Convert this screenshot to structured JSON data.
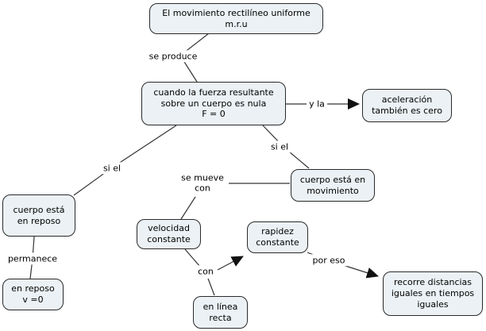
{
  "title": "El movimiento rectilíneo uniforme m.r.u",
  "colors": {
    "background": "#ffffff",
    "node_fill": "#ebf1f4",
    "node_border": "#2a2a2a",
    "line": "#333333",
    "arrowhead": "#111111",
    "text": "#000000"
  },
  "nodes": [
    {
      "id": "mru",
      "text": "El movimiento rectilíneo uniforme\nm.r.u"
    },
    {
      "id": "fuerza",
      "text": "cuando la fuerza resultante\nsobre un cuerpo es nula\nF = 0"
    },
    {
      "id": "aceleracion",
      "text": "aceleración\ntambién es cero"
    },
    {
      "id": "movimiento",
      "text": "cuerpo está en\nmovimiento"
    },
    {
      "id": "reposo",
      "text": "cuerpo está\nen reposo"
    },
    {
      "id": "en_reposo",
      "text": "en reposo\nv =0"
    },
    {
      "id": "velocidad",
      "text": "velocidad\nconstante"
    },
    {
      "id": "rapidez",
      "text": "rapidez\nconstante"
    },
    {
      "id": "linea",
      "text": "en línea\nrecta"
    },
    {
      "id": "recorre",
      "text": "recorre distancias\niguales en tiempos\niguales"
    }
  ],
  "labels": [
    {
      "id": "se_produce",
      "text": "se produce"
    },
    {
      "id": "y_la",
      "text": "y la"
    },
    {
      "id": "si_el_left",
      "text": "si el"
    },
    {
      "id": "si_el_right",
      "text": "si el"
    },
    {
      "id": "se_mueve_con",
      "text": "se mueve\ncon"
    },
    {
      "id": "permanece",
      "text": "permanece"
    },
    {
      "id": "con",
      "text": "con"
    },
    {
      "id": "por_eso",
      "text": "por eso"
    }
  ],
  "edges": [
    {
      "from": "mru",
      "label": "se produce",
      "to": "fuerza",
      "arrow": false
    },
    {
      "from": "fuerza",
      "label": "y la",
      "to": "aceleracion",
      "arrow": true
    },
    {
      "from": "fuerza",
      "label": "si el",
      "to": "reposo",
      "arrow": false
    },
    {
      "from": "fuerza",
      "label": "si el",
      "to": "movimiento",
      "arrow": false
    },
    {
      "from": "movimiento",
      "label": "se mueve con",
      "to": "velocidad",
      "arrow": false
    },
    {
      "from": "reposo",
      "label": "permanece",
      "to": "en_reposo",
      "arrow": false
    },
    {
      "from": "velocidad",
      "label": "con",
      "to": "rapidez",
      "arrow": true
    },
    {
      "from": "velocidad",
      "label": "con",
      "to": "linea",
      "arrow": false
    },
    {
      "from": "rapidez",
      "label": "por eso",
      "to": "recorre",
      "arrow": true
    }
  ]
}
